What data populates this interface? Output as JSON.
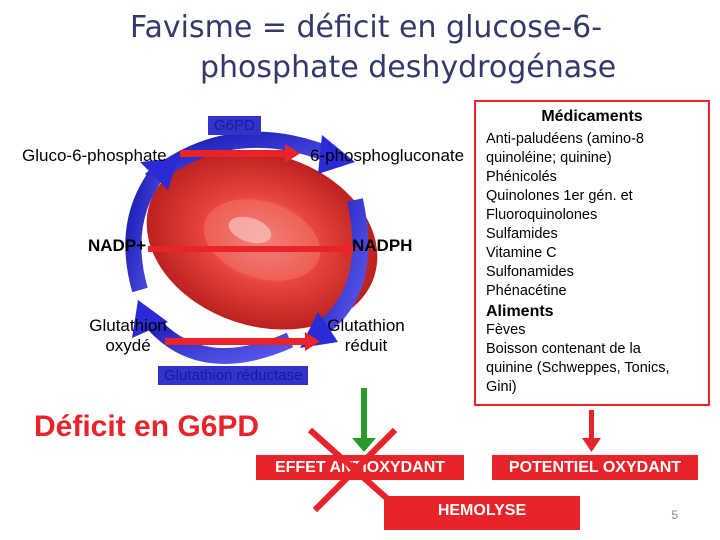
{
  "title": {
    "line1": "Favisme = déficit en glucose-6-",
    "line2": "phosphate deshydrogénase"
  },
  "diagram": {
    "enzyme_top": "G6PD",
    "substrate_left": "Gluco-6-phosphate",
    "product_right": "6-phosphogluconate",
    "cofactor_left": "NADP+",
    "cofactor_right": "NADPH",
    "glutathion_left": "Glutathion\noxydé",
    "glutathion_right": "Glutathion\nréduit",
    "enzyme_bottom": "Glutathion réductase"
  },
  "panel": {
    "drugs_heading": "Médicaments",
    "drugs": [
      "Anti-paludéens (amino-8",
      "quinoléine;  quinine)",
      "Phénicolés",
      "Quinolones 1er gén. et",
      "Fluoroquinolones",
      "Sulfamides",
      "Vitamine C",
      "Sulfonamides",
      "Phénacétine"
    ],
    "foods_heading": "Aliments",
    "foods": [
      "Fèves",
      "Boisson contenant de la",
      "quinine (Schweppes, Tonics,",
      "Gini)"
    ]
  },
  "deficit_label": "Déficit en G6PD",
  "effet_label": "EFFET ANTIOXYDANT",
  "potentiel_label": "POTENTIEL OXYDANT",
  "hemolyse_label": "HEMOLYSE",
  "slide_number": "5",
  "colors": {
    "accent_red": "#e8232a",
    "title_blue": "#333a6b",
    "arrow_blue": "#2a2ad6",
    "arrow_green": "#2a9a2a"
  }
}
